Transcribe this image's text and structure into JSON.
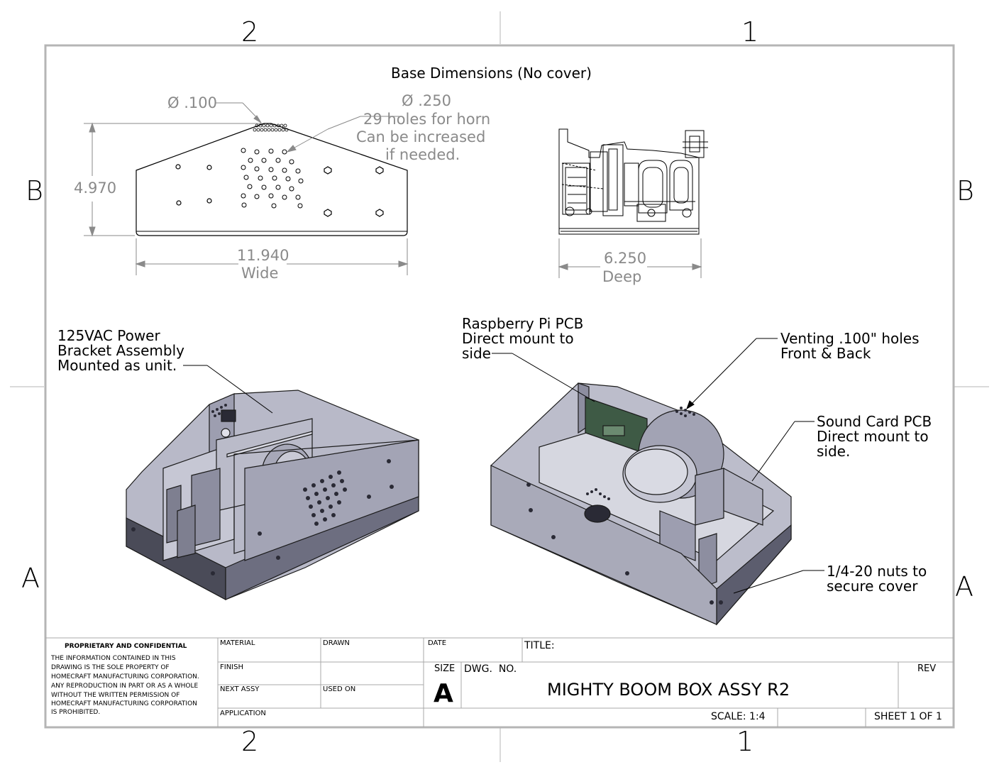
{
  "zones": {
    "top_left": "2",
    "top_right": "1",
    "bottom_left": "2",
    "bottom_right": "1",
    "left_b": "B",
    "right_b": "B",
    "left_a": "A",
    "right_a": "A"
  },
  "views": {
    "base_title": "Base Dimensions (No cover)",
    "dia_small": "Ø .100",
    "dia_large": "Ø .250",
    "holes_note_1": "29 holes for horn",
    "holes_note_2": "Can be increased",
    "holes_note_3": "if needed.",
    "height_dim": "4.970",
    "width_dim": "11.940",
    "width_label": "Wide",
    "depth_dim": "6.250",
    "depth_label": "Deep"
  },
  "callouts": {
    "power_bracket": "125VAC Power\nBracket Assembly\nMounted as unit.",
    "raspberry_pi": "Raspberry Pi PCB\nDirect mount to\nside",
    "venting": "Venting .100\" holes\nFront & Back",
    "sound_card": "Sound Card PCB\nDirect mount to\nside.",
    "nuts": "1/4-20 nuts to\nsecure cover"
  },
  "title_block": {
    "prop_heading": "PROPRIETARY AND CONFIDENTIAL",
    "prop_line_1": "THE INFORMATION CONTAINED IN THIS",
    "prop_line_2": "DRAWING IS THE SOLE PROPERTY OF",
    "prop_line_3": "HOMECRAFT MANUFACTURING CORPORATION.",
    "prop_line_4": "ANY REPRODUCTION IN PART OR AS A WHOLE",
    "prop_line_5": "WITHOUT THE WRITTEN PERMISSION OF",
    "prop_line_6": "HOMECRAFT MANUFACTURING CORPORATION",
    "prop_line_7": "IS PROHIBITED.",
    "material": "MATERIAL",
    "drawn": "DRAWN",
    "date": "DATE",
    "title_label": "TITLE:",
    "finish": "FINISH",
    "next_assy": "NEXT ASSY",
    "used_on": "USED ON",
    "application": "APPLICATION",
    "size_label": "SIZE",
    "size_value": "A",
    "dwg_no_label": "DWG.  NO.",
    "drawing_title": "MIGHTY BOOM BOX ASSY R2",
    "rev_label": "REV",
    "scale": "SCALE: 1:4",
    "sheet": "SHEET 1 OF 1"
  }
}
